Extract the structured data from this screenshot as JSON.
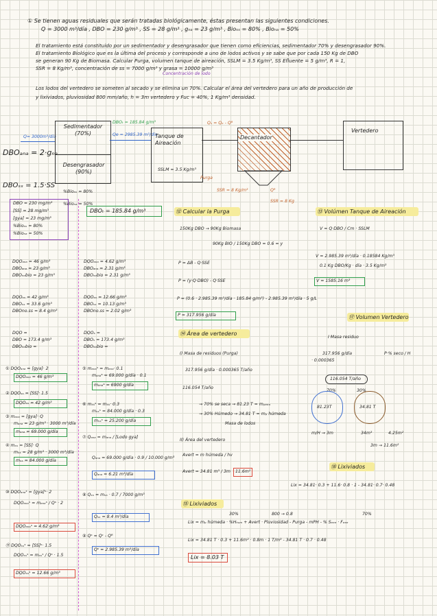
{
  "problem": {
    "line1": "① Se tienen aguas residuales que serán tratadas biológicamente, éstas presentan las siguientes condiciones.",
    "line2": "Q = 3000 m³/día , DBO = 230 g/m³ , SS = 28 g/m³ , gₙₐ = 23 g/m³ , Bioₛₛ = 80% , Bioₙₐ = 50%",
    "p1": "El tratamiento está constituido por un sedimentador y desengrasador que tienen como eficiencias, sedimentador 70% y desengrasador 90%.",
    "p2": "El tratamiento Biológico que es la última del proceso y corresponde a uno de lodos activos y se sabe que por cada 150 Kg de DBO",
    "p3": "se generan 90 Kg de Biomasa. Calcular Purga, volumen tanque de aireación, SSLM = 3.5 Kg/m³, SS Efluente = 5 g/m³, R = 1,",
    "p4": "SSR = 8 Kg/m³, concentración de ss = 7000 g/m³ y grasa = 10000 g/m³",
    "p4note": "Concentración de lodo",
    "p5": "Los lodos del vertedero se someten al secado y se elimina un 70%. Calcular el área del vertedero para un año de producción de",
    "p6": "y lixiviados, pluviosidad 800 mm/año, h = 3m vertedero y Fuc = 40%, 1 Kg/m³ densidad."
  },
  "diagram": {
    "q_in": "Q= 3000m³/día",
    "sed": "Sedimentador (70%)",
    "deseng": "Desengrasador (90%)",
    "dbo_gya": "DBOₐₙₐ = 2·gₙₐ",
    "dbo_ss": "DBOₛₛ = 1.5·SS",
    "bio_ss": "%Bioₛₛ = 80%",
    "bio_ga": "%Bioₙₐ = 50%",
    "dbo_t_out": "DBOₜ = 185.84 g/m³",
    "qe_out": "Qe = 2985.39 m³/día",
    "tanque": "Tanque de Aireación",
    "sslm": "SSLM = 3.5 Kg/m³",
    "qs": "Qₛ = Qₑ - Qᴿ",
    "decant": "Decantador",
    "purga": "Purga",
    "qr": "Qᴿ",
    "ssr": "SSR = 8 Kg/m³",
    "ssr2": "SSR = 8 Kg",
    "vertedero": "Vertedero"
  },
  "data_box": [
    "DBO = 230 mg/m³",
    "[SS] = 28 mg/m³",
    "[gya] = 23 mg/m³",
    "%Bioₛₛ = 80%",
    "%Bioₙₐ = 50%"
  ],
  "dbo_total": "DBOₜ = 185.84 g/m³",
  "col1": {
    "dqo_gya": [
      "DQOₐₙₐ = 46 g/m³",
      "DBOₐₙₐ = 23 g/m³",
      "DBOₙₒbio = 23 g/m³"
    ],
    "dqo_ss": [
      "DQOₛₛ = 42 g/m³",
      "DBOₛₛ = 33.6 g/m³",
      "DBOno.ss = 8.4 g/m³"
    ],
    "dqo_blank": [
      "DQO =",
      "DBO = 173.4 g/m³",
      "DBOₙₒbio ="
    ],
    "s1": [
      "① DQOₐₙₐ = [gya]· 2",
      "DQOₐₙₐ = 46 g/m³"
    ],
    "s2": [
      "② DQOₛₛ = [SS]· 1.5",
      "DQOₛₛ = 42 g/m³"
    ],
    "s3": [
      "③ mₐₙₐ = [gya]· Q",
      "mₐₙₐ = 23 g/m³ · 3000 m³/día",
      "mₐₙₐ = 69.000 g/día"
    ],
    "s4": [
      "④ mₛₛ = [SS]· Q",
      "mₛₛ = 28 g/m³ · 3000 m³/día",
      "mₛₛ = 84.000 g/día"
    ],
    "s10": [
      "⑩ DQOₐₙₐˢ = [gya]ˢ· 2",
      "DQOₐₙₐˢ = mₐₙₐˢ / Qˢ · 2",
      "DQOₐₙₐˢ = 4.62 g/m³"
    ],
    "s11": [
      "⑪ DQOₛₛˢ = [SS]ˢ· 1.5",
      "DQOₛₛˢ = mₛₛˢ / Qˢ · 1.5",
      "DQOₛₛˢ = 12.66 g/m³"
    ]
  },
  "col2": {
    "dqo_gya": [
      "DQOₐₙₐ = 4.62 g/m³",
      "DBOₐₙₐ = 2.31 g/m³",
      "DBOₙₒbio = 2.31 g/m³"
    ],
    "dqo_ss": [
      "DQOₛₛ = 12.66 g/m³",
      "DBOₛₛ = 10.13 g/m³",
      "DBOno.ss = 2.02 g/m³"
    ],
    "dqo_blank": [
      "DQOₛ =",
      "DBOₛ = 173.4 g/m³",
      "DBOₙₒbio ="
    ],
    "s5": [
      "⑤ mₐₙₐˢ = mₐₙₐ· 0.1",
      "mₐₙₐˢ = 69.000 g/día · 0.1",
      "mₐₙₐˢ = 6900 g/día"
    ],
    "s6": [
      "⑥ mₛₛˢ = mₛₛ· 0.3",
      "mₛₛˢ = 84.000 g/día · 0.3",
      "mₛₛˢ = 25.200 g/día"
    ],
    "s7": [
      "⑦ Qₐₙₐ = mₐₙₐ / [Lodo gya]",
      "Qₐₙₐ = 69.000 g/día · 0.9 / 10.000 g/m³",
      "Qₐₙₐ = 6.21 m³/día"
    ],
    "s8": [
      "⑧ Qₛₛ = mₛₛ · 0.7 / 7000 g/m³",
      "Qₛₛ = 8.4 m³/día"
    ],
    "s9": [
      "⑨ Qˢ = Qᶜ - Qᴿ",
      "Qˢ = 2.985.39 m³/día"
    ]
  },
  "col3": {
    "s12_title": "⑫ Calcular la Purga",
    "s12": [
      "150Kg DBO → 90Kg Biomasa",
      "90Kg BIO / 150Kg DBO = 0.6 = y",
      "P = ΔB - Q·SSE",
      "P = (y·Q·DBO) - Q·SSE",
      "P = (0.6 · 2.985.39 m³/día · 185.84 g/m³) - 2.985.39 m³/día · 5 g/L",
      "P = 317.956 g/día"
    ],
    "s14_title": "⑭ Área de vertedero",
    "s14": [
      "I) Masa de residuos (Purga)",
      "317.956 g/día · 0.000365 T/año",
      "116.054 T/año",
      "→ 70% se seca → 81.23 T = mₚₑₑₐ",
      "→ 30% Húmedo → 34.81 T = mₚ húmeda",
      "Masa de lodos"
    ],
    "s14b": [
      "II) Área del vertedero",
      "Avert = m húmeda / hv",
      "Avert = 34.81 m³ / 3m",
      "11.6m²"
    ],
    "s15_title": "⑮ Lixiviados",
    "s15": [
      "Lix = mₚ húmeda · %Hₕᵤₘ + Avert · Pluviosidad - Purga - mPH - % Sₑₑₑ · Fₑₑₑ",
      "Lix = 34.81 T · 0.3 + 11.6m² · 0.8m · 1 T/m³ - 34.81 T · 0.7 · 0.48",
      "Lix = 8.03 T"
    ],
    "s15_marks": [
      "30%",
      "800 → 0.8",
      "70%"
    ]
  },
  "col4": {
    "s13_title": "⑬ Volúmen Tanque de Aireación",
    "s13": [
      "V = Q·DBO / Cm · SSLM",
      "V = 2.985.39 m³/día · 0.18584 Kg/m³",
      "0.1 Kg DBO/Kg · día · 3.5 Kg/m³",
      "V = 1585.16 m³"
    ],
    "s17_title": "⑰ Volumen Vertedero",
    "s17": [
      "I Masa residuo",
      "317.956 g/día",
      "· 0.000365",
      "116.054 T/año",
      "70%",
      "30%",
      "81.23T",
      "34.81 T",
      "P·% seco / H",
      "m/H → 3m",
      "34m³",
      "4.25m²",
      "3m → 11.6m²"
    ],
    "s18_title": "⑱ Lixiviados",
    "s18": "Lix = 34.81· 0.3 + 11.6· 0.8 · 1 - 34.81· 0.7· 0.48"
  }
}
